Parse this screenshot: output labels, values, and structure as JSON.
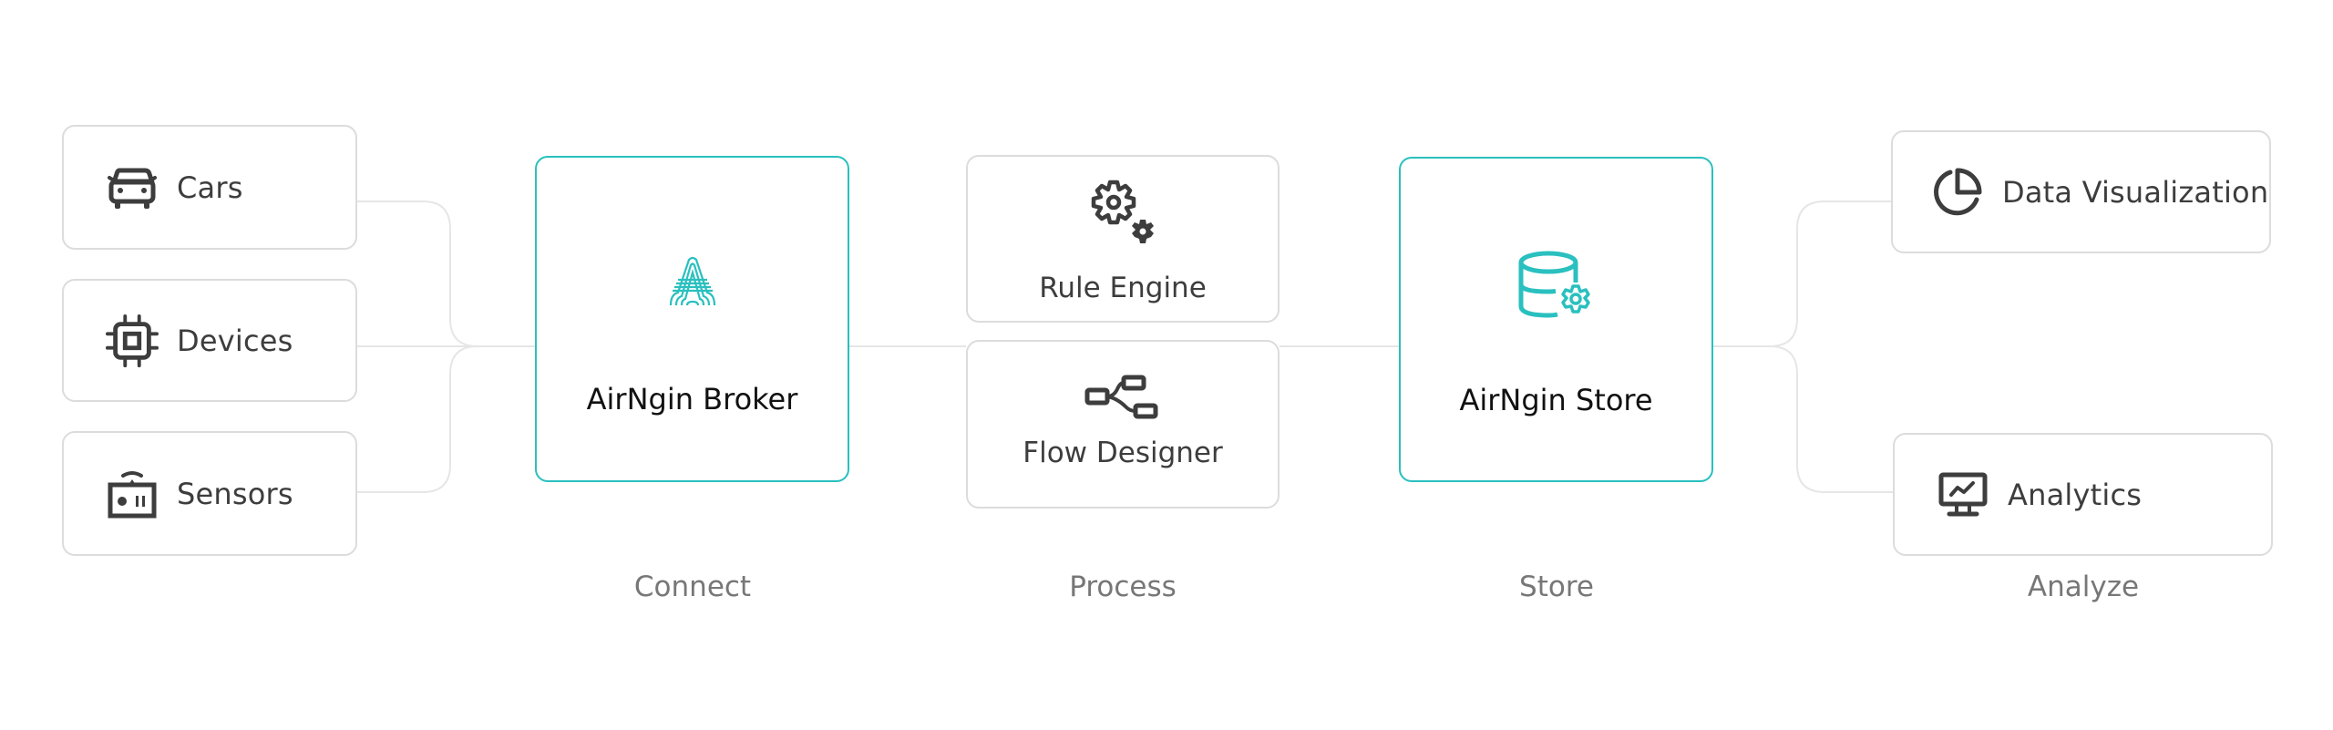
{
  "colors": {
    "accent": "#29c0bf",
    "card_border": "#dcdcdc",
    "connector": "#e6e6e6",
    "icon": "#3d3d3d",
    "hub_text": "#111111",
    "stage_label": "#777777"
  },
  "sources": [
    {
      "label": "Cars",
      "icon": "car-icon"
    },
    {
      "label": "Devices",
      "icon": "chip-icon"
    },
    {
      "label": "Sensors",
      "icon": "sensor-icon"
    }
  ],
  "broker": {
    "label": "AirNgin Broker",
    "icon": "airngin-logo-icon"
  },
  "process": [
    {
      "label": "Rule Engine",
      "icon": "gears-icon"
    },
    {
      "label": "Flow Designer",
      "icon": "flow-nodes-icon"
    }
  ],
  "store": {
    "label": "AirNgin Store",
    "icon": "database-gear-icon"
  },
  "outputs": [
    {
      "label": "Data Visualization",
      "icon": "pie-chart-icon"
    },
    {
      "label": "Analytics",
      "icon": "monitor-chart-icon"
    }
  ],
  "stages": [
    "Connect",
    "Process",
    "Store",
    "Analyze"
  ]
}
